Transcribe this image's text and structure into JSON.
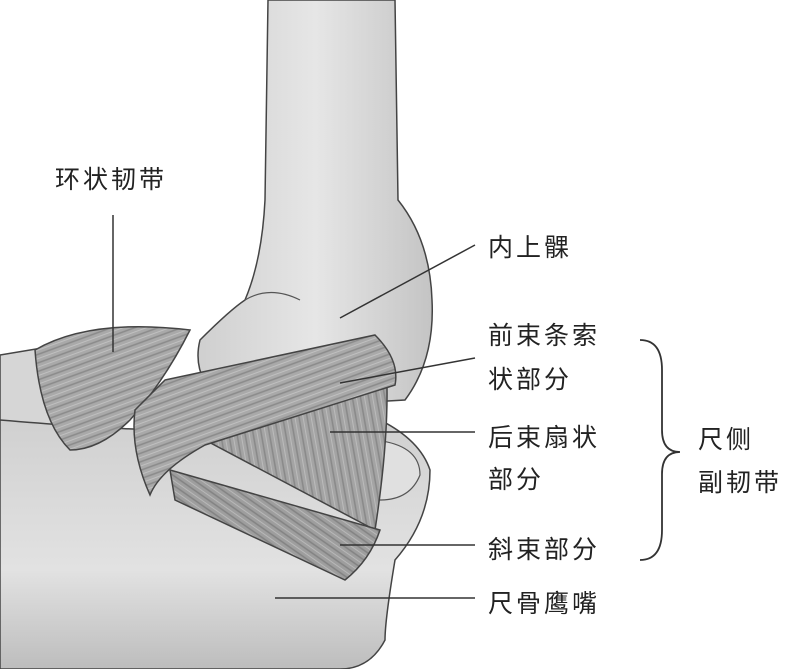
{
  "labels": {
    "annular_ligament": "环状韧带",
    "medial_epicondyle": "内上髁",
    "anterior_bundle_line1": "前束条索",
    "anterior_bundle_line2": "状部分",
    "posterior_bundle_line1": "后束扇状",
    "posterior_bundle_line2": "部分",
    "oblique_bundle": "斜束部分",
    "olecranon": "尺骨鹰嘴",
    "ucl_line1": "尺侧",
    "ucl_line2": "副韧带"
  }
}
